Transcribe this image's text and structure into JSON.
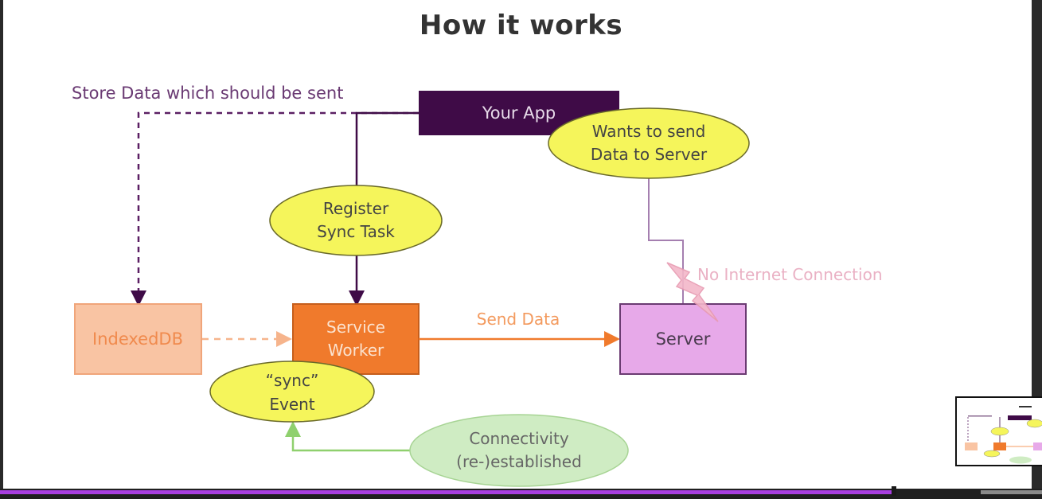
{
  "slide": {
    "title": "How it works"
  },
  "diagram": {
    "nodes": {
      "your_app": "Your App",
      "wants_send_line1": "Wants to send",
      "wants_send_line2": "Data to Server",
      "register_line1": "Register",
      "register_line2": "Sync Task",
      "indexeddb": "IndexedDB",
      "service_worker_line1": "Service",
      "service_worker_line2": "Worker",
      "server": "Server",
      "sync_event_line1": "“sync”",
      "sync_event_line2": "Event",
      "connectivity_line1": "Connectivity",
      "connectivity_line2": "(re-)established"
    },
    "edge_labels": {
      "store_data": "Store Data which should be sent",
      "send_data": "Send Data",
      "no_internet": "No Internet Connection"
    }
  },
  "colors": {
    "app_purple": "#3f0b47",
    "ellipse_yellow": "#f5f55b",
    "sw_orange": "#f07a2c",
    "idb_peach": "#f9c4a3",
    "server_pink": "#e7a9e9",
    "conn_green": "#cfecc3",
    "green_line": "#8fd06e",
    "lightning_pink": "#f3b7c9"
  },
  "player": {
    "progress_fraction": 0.858
  }
}
